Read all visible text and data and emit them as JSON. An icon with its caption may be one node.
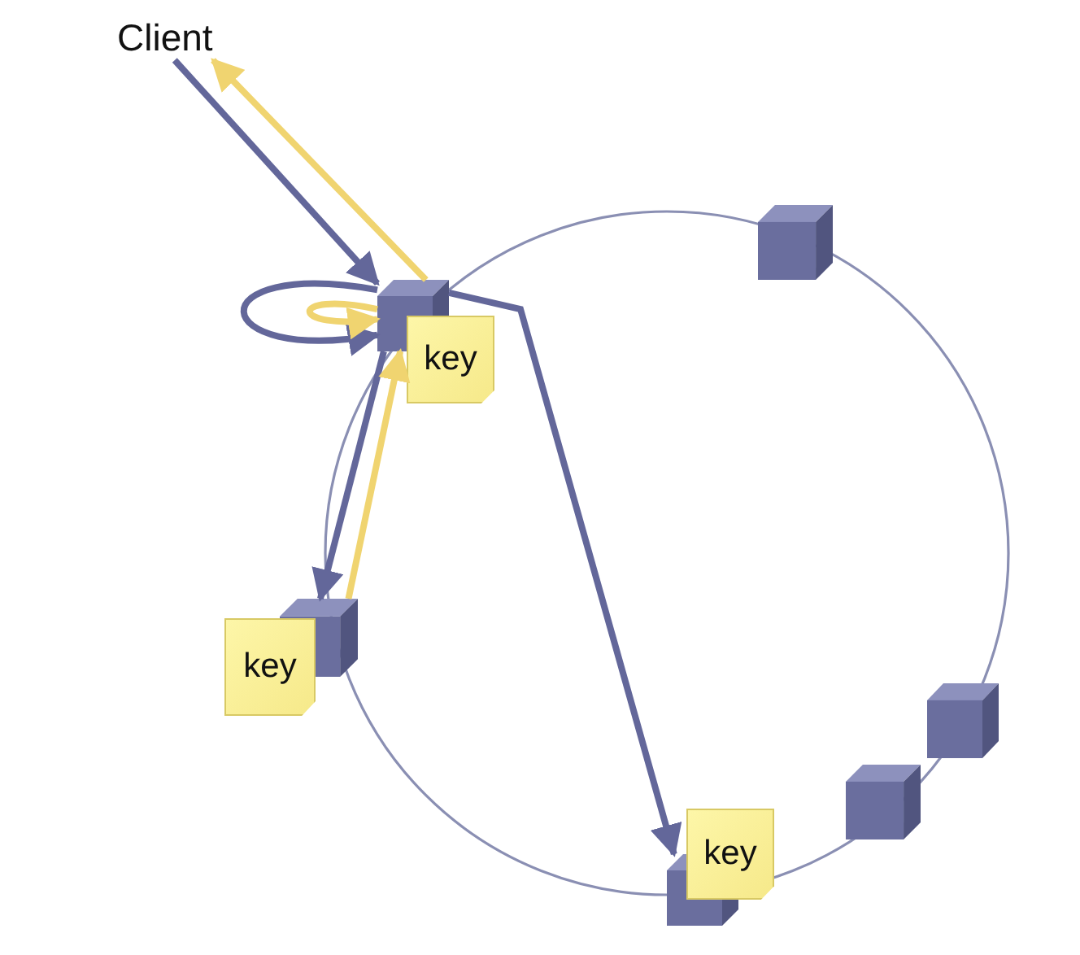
{
  "diagram": {
    "nodes": [
      {
        "text": [
          "Client"
        ]
      },
      {
        "text": [],
        "shape": "cube"
      },
      {
        "text": [
          "key"
        ]
      },
      {
        "text": [],
        "shape": "cube"
      },
      {
        "text": [],
        "shape": "cube"
      },
      {
        "text": [
          "key"
        ]
      },
      {
        "text": [],
        "shape": "cube"
      },
      {
        "text": [],
        "shape": "cube"
      },
      {
        "text": [],
        "shape": "cube"
      },
      {
        "text": [
          "key"
        ]
      }
    ],
    "edges": [
      {
        "from": 0,
        "to": 1,
        "arrow": "to"
      },
      {
        "from": 1,
        "to": 0,
        "arrow": "to",
        "color": "#f0d470"
      },
      {
        "from": 1,
        "to": 1,
        "arrow": "to"
      },
      {
        "from": 1,
        "to": 1,
        "arrow": "to",
        "color": "#f0d470"
      },
      {
        "from": 1,
        "to": 4,
        "arrow": "to"
      },
      {
        "from": 4,
        "to": 1,
        "arrow": "to",
        "color": "#f0d470"
      },
      {
        "from": 1,
        "to": 8,
        "arrow": "to"
      }
    ]
  }
}
